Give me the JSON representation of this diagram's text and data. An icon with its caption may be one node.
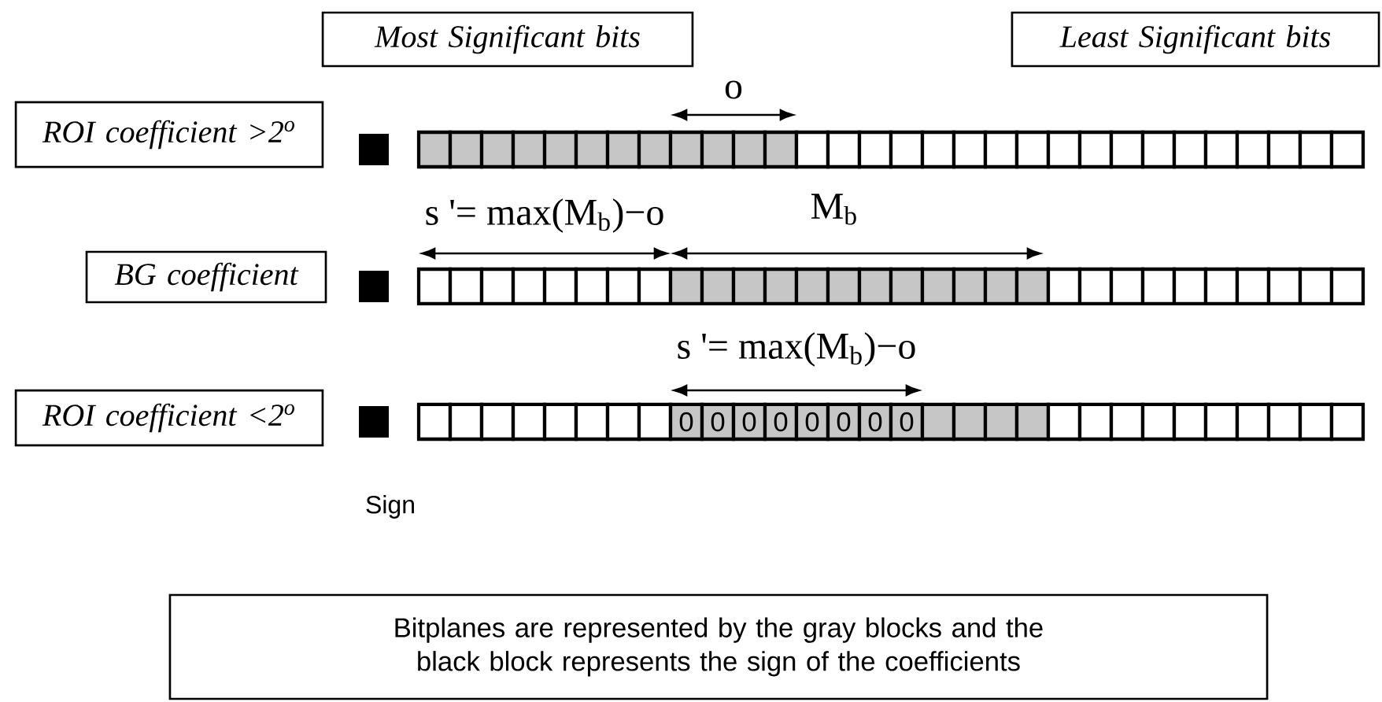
{
  "diagram": {
    "nodes": [
      {
        "text": [
          "Most Significant bits"
        ]
      },
      {
        "text": [
          "Least Significant bits"
        ]
      },
      {
        "text": [
          "ROI coefficient >2$^{o}$"
        ]
      },
      {
        "text": [
          "BG coefficient"
        ]
      },
      {
        "text": [
          "ROI coefficient <2$^{o}$"
        ]
      },
      {
        "text": [
          "Bitplanes are represented by the gray blocks and the black block represents the sign of the coefficients"
        ]
      }
    ],
    "edges": [],
    "labels": [
      "o",
      "s '= max(M$_{b}$)−o",
      "M$_{b}$",
      "s '= max(M$_{b}$)−o",
      "0",
      "0",
      "0",
      "0",
      "0",
      "0",
      "0",
      "0",
      "Sign"
    ]
  }
}
